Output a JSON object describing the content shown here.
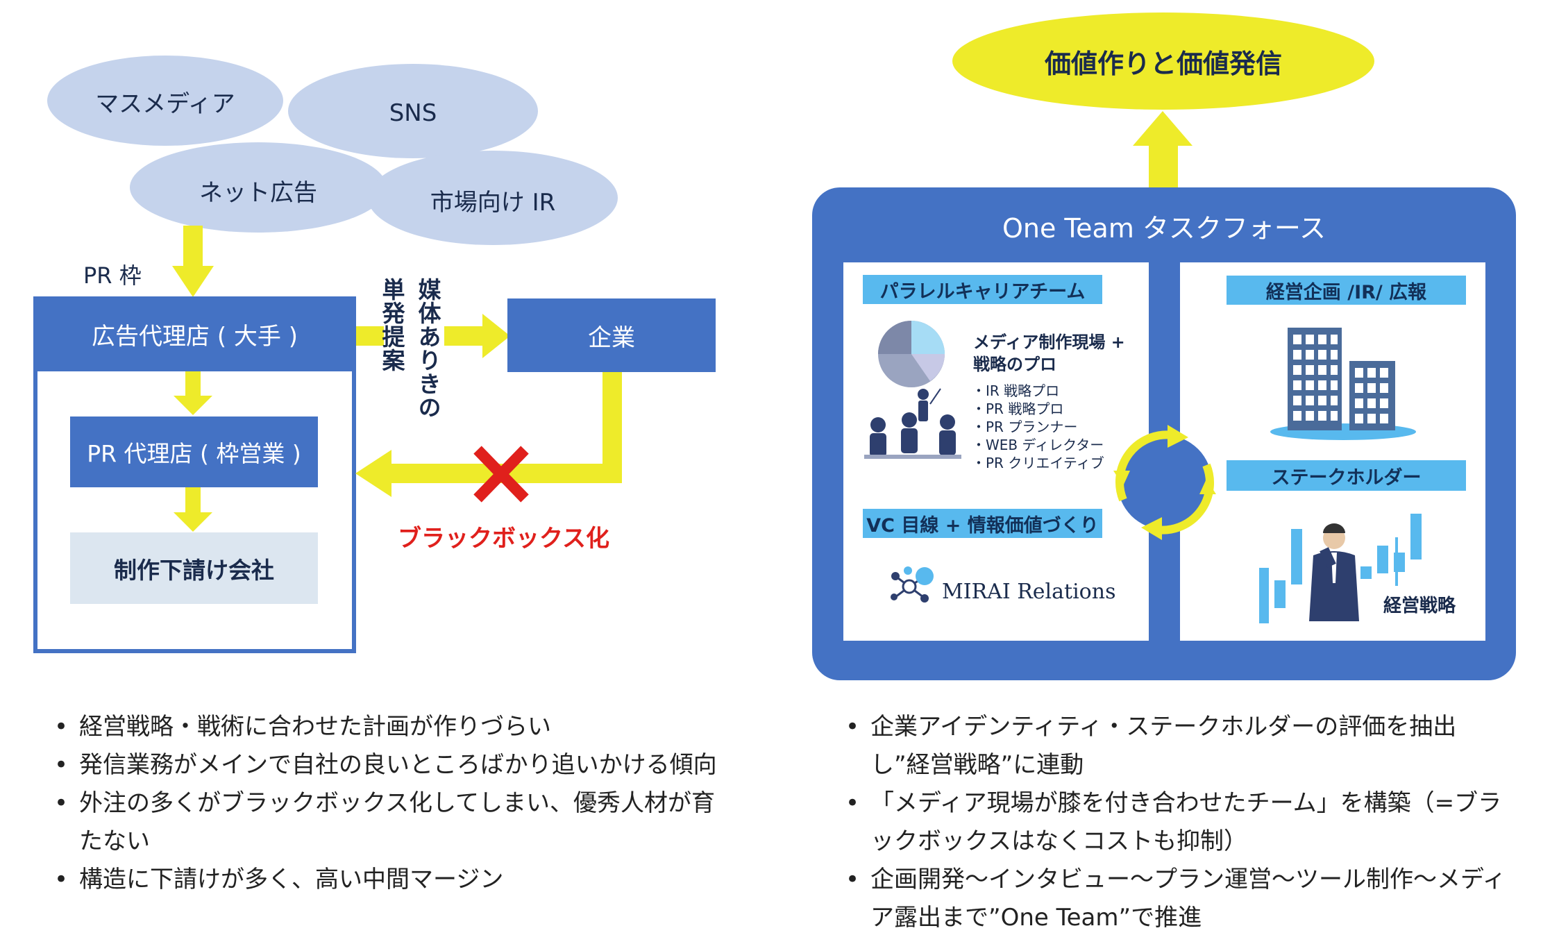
{
  "left": {
    "channels": [
      "マスメディア",
      "SNS",
      "ネット広告",
      "市場向け IR"
    ],
    "pr_frame_label": "PR 枠",
    "agency_major": "広告代理店 ( 大手 )",
    "pr_agency": "PR 代理店 ( 枠営業 )",
    "subcontractor": "制作下請け会社",
    "vertical_note_col1": "媒体ありきの",
    "vertical_note_col2": "単発提案",
    "company": "企業",
    "blackbox": "ブラックボックス化",
    "bullets": [
      "経営戦略・戦術に合わせた計画が作りづらい",
      "発信業務がメインで自社の良いところばかり追いかける傾向",
      "外注の多くがブラックボックス化してしまい、優秀人材が育たない",
      "構造に下請けが多く、高い中間マージン"
    ]
  },
  "right": {
    "goal": "価値作りと価値発信",
    "task_force_title": "One Team タスクフォース",
    "parallel_team": "パラレルキャリアチーム",
    "media_pro_line1": "メディア制作現場 +",
    "media_pro_line2": "戦略のプロ",
    "pro_list": [
      "・IR 戦略プロ",
      "・PR 戦略プロ",
      "・PR プランナー",
      "・WEB ディレクター",
      "・PR クリエイティブ"
    ],
    "vc_eye": "VC 目線 + 情報価値づくり",
    "brand": "MIRAI Relations",
    "mgmt_ir_pr": "経営企画 /IR/ 広報",
    "stakeholder": "ステークホルダー",
    "mgmt_strategy": "経営戦略",
    "bullets": [
      "企業アイデンティティ・ステークホルダーの評価を抽出し”経営戦略”に連動",
      "「メディア現場が膝を付き合わせたチーム」を構築（=ブラックボックスはなくコストも抑制）",
      "企画開発〜インタビュー〜プラン運営〜ツール制作〜メディア露出まで”One Team”で推進"
    ]
  },
  "colors": {
    "navy_blue": "#4472c4",
    "ellipse_blue": "#c5d3ec",
    "yellow": "#eeeb2a",
    "red": "#e0201c",
    "light_blue": "#58b9ee",
    "pale_grey_blue": "#dce6f0"
  }
}
